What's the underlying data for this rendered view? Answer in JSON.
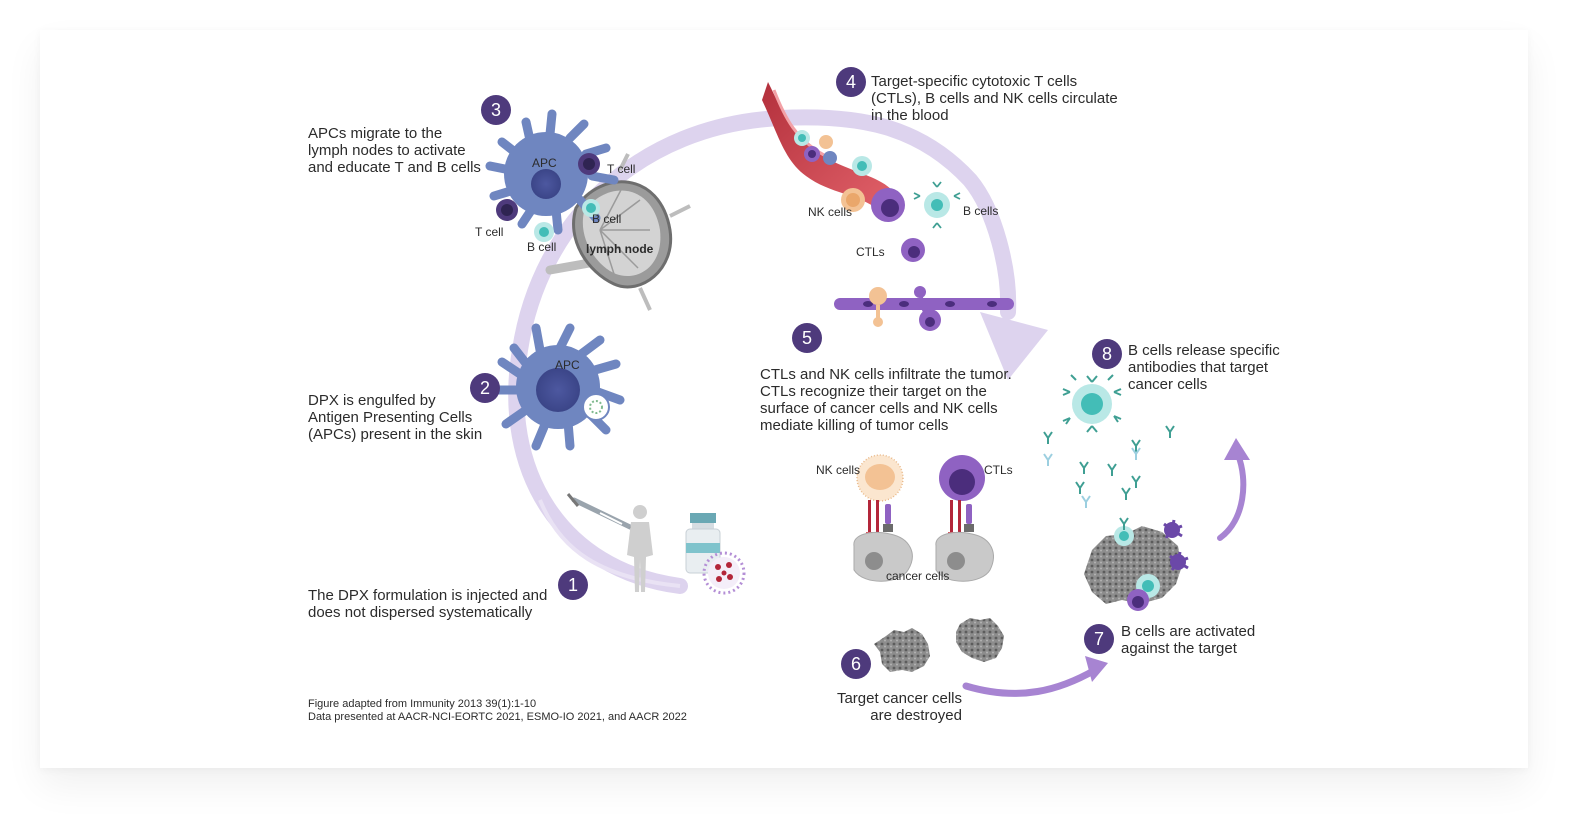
{
  "steps": {
    "s1": {
      "num": "1",
      "text": "The DPX formulation is injected and\ndoes not dispersed systematically"
    },
    "s2": {
      "num": "2",
      "text": "DPX is engulfed by\nAntigen Presenting Cells\n(APCs) present in the skin"
    },
    "s3": {
      "num": "3",
      "text": "APCs migrate to the\nlymph nodes to activate\nand educate T and B cells"
    },
    "s4": {
      "num": "4",
      "text": "Target-specific cytotoxic T cells\n(CTLs), B cells and NK cells circulate\nin the blood"
    },
    "s5": {
      "num": "5",
      "text": "CTLs and NK cells infiltrate the tumor.\nCTLs  recognize their target on the\nsurface of cancer cells and NK cells\nmediate killing of tumor cells"
    },
    "s6": {
      "num": "6",
      "text": "Target cancer cells\nare destroyed"
    },
    "s7": {
      "num": "7",
      "text": "B cells are activated\nagainst the target"
    },
    "s8": {
      "num": "8",
      "text": "B cells release specific\nantibodies that target\ncancer cells"
    }
  },
  "labels": {
    "apc": "APC",
    "t_cell": "T cell",
    "b_cell": "B cell",
    "lymph_node": "lymph node",
    "nk_cells": "NK cells",
    "b_cells": "B cells",
    "ctls": "CTLs",
    "cancer_cells": "cancer cells"
  },
  "credits": {
    "line1": "Figure adapted from Immunity 2013 39(1):1-10",
    "line2": "Data presented at AACR-NCI-EORTC 2021, ESMO-IO 2021, and AACR 2022"
  },
  "colors": {
    "badge": "#4e3a7c",
    "apc": "#6f86c0",
    "cycle_arrow": "#ddd3ee",
    "accent_arrow": "#a784d2",
    "t_cell": "#4e3a7c",
    "b_cell": "#7fd3cf",
    "nk_cell": "#f3c294",
    "ctl": "#8f62c2",
    "vessel": "#d9505a",
    "cancer": "#c9c9c9"
  }
}
